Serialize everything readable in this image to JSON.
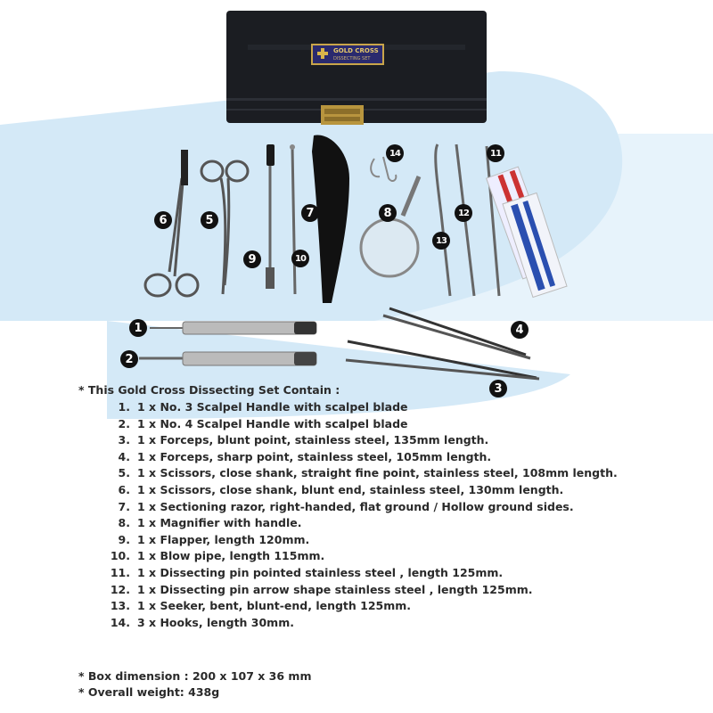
{
  "box": {
    "label_brand": "GOLD CROSS",
    "label_sub": "DISSECTING SET",
    "colors": {
      "box": "#1b1d22",
      "label_bg": "#2a2a6e",
      "label_border": "#c9a54a",
      "clasp": "#b8953e"
    }
  },
  "callouts": [
    {
      "n": "1",
      "item": "scalpel-handle-no3"
    },
    {
      "n": "2",
      "item": "scalpel-handle-no4"
    },
    {
      "n": "3",
      "item": "forceps-blunt"
    },
    {
      "n": "4",
      "item": "forceps-sharp"
    },
    {
      "n": "5",
      "item": "scissors-fine-point"
    },
    {
      "n": "6",
      "item": "scissors-blunt"
    },
    {
      "n": "7",
      "item": "sectioning-razor"
    },
    {
      "n": "8",
      "item": "magnifier"
    },
    {
      "n": "9",
      "item": "flapper"
    },
    {
      "n": "10",
      "item": "blow-pipe"
    },
    {
      "n": "11",
      "item": "dissecting-pin-pointed"
    },
    {
      "n": "12",
      "item": "dissecting-pin-arrow"
    },
    {
      "n": "13",
      "item": "seeker"
    },
    {
      "n": "14",
      "item": "hooks"
    }
  ],
  "spec": {
    "heading": "* This Gold  Cross Dissecting Set Contain :",
    "items": [
      {
        "num": "1.",
        "text": "1 x No. 3 Scalpel Handle with scalpel blade"
      },
      {
        "num": "2.",
        "text": "1 x No. 4 Scalpel Handle with scalpel blade"
      },
      {
        "num": "3.",
        "text": "1 x Forceps, blunt point, stainless steel, 135mm length."
      },
      {
        "num": "4.",
        "text": "1 x Forceps, sharp point, stainless steel, 105mm length."
      },
      {
        "num": "5.",
        "text": "1 x Scissors, close shank, straight fine point, stainless steel, 108mm length."
      },
      {
        "num": "6.",
        "text": "1 x Scissors, close shank, blunt end, stainless steel, 130mm length."
      },
      {
        "num": "7.",
        "text": "1 x Sectioning razor, right-handed, flat ground / Hollow ground sides."
      },
      {
        "num": "8.",
        "text": "1 x Magnifier with handle."
      },
      {
        "num": "9.",
        "text": "1 x Flapper, length 120mm."
      },
      {
        "num": "10.",
        "text": "1 x Blow pipe, length 115mm."
      },
      {
        "num": "11.",
        "text": "1 x Dissecting pin pointed stainless steel , length 125mm."
      },
      {
        "num": "12.",
        "text": "1 x Dissecting pin arrow shape stainless steel , length 125mm."
      },
      {
        "num": "13.",
        "text": "1 x Seeker, bent, blunt-end, length 125mm."
      },
      {
        "num": "14.",
        "text": "3 x Hooks, length 30mm."
      }
    ]
  },
  "footer": {
    "box_dimension": "* Box dimension : 200 x 107 x 36 mm",
    "overall_weight": "* Overall weight: 438g"
  },
  "colors": {
    "watermark": "#cfe6f5",
    "text": "#2a2a2a",
    "badge": "#111111"
  }
}
